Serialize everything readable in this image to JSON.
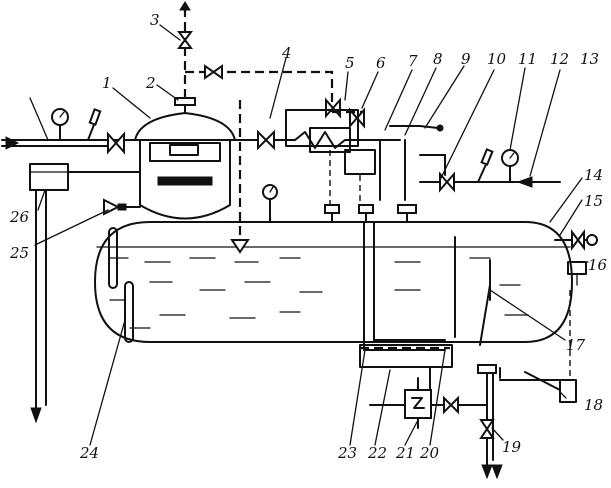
{
  "labels": {
    "l1": "1",
    "l2": "2",
    "l3": "3",
    "l4": "4",
    "l5": "5",
    "l6": "6",
    "l7": "7",
    "l8": "8",
    "l9": "9",
    "l10": "10",
    "l11": "11",
    "l12": "12",
    "l13": "13",
    "l14": "14",
    "l15": "15",
    "l16": "16",
    "l17": "17",
    "l18": "18",
    "l19": "19",
    "l20": "20",
    "l21": "21",
    "l22": "22",
    "l23": "23",
    "l24": "24",
    "l25": "25",
    "l26": "26"
  }
}
